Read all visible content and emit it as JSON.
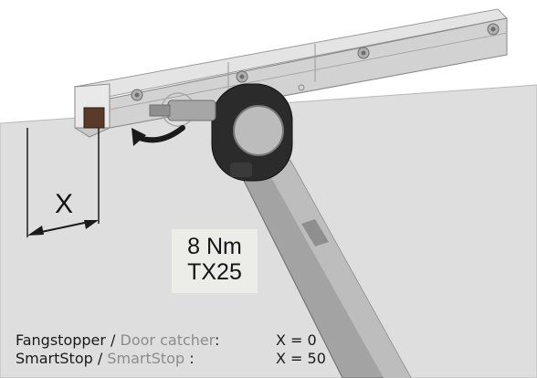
{
  "diagram": {
    "dimension_label": "X",
    "torque": {
      "value": "8 Nm",
      "bit": "TX25"
    },
    "legend": [
      {
        "de": "Fangstopper",
        "sep": " / ",
        "en": "Door catcher",
        "colon": ":",
        "value": "X = 0"
      },
      {
        "de": "SmartStop",
        "sep": " / ",
        "en": "SmartStop",
        "colon": " :",
        "value": "X = 50"
      }
    ]
  },
  "colors": {
    "panel": "#dcdcdc",
    "rail": "#c9c9c9",
    "rail_dark": "#8a8a8a",
    "screw": "#7d7d7d",
    "wrench_head": "#2a2a2a",
    "wrench_shaft": "#9b9b9b",
    "insert": "#5a3a2a",
    "arrow": "#1a1a1a"
  }
}
